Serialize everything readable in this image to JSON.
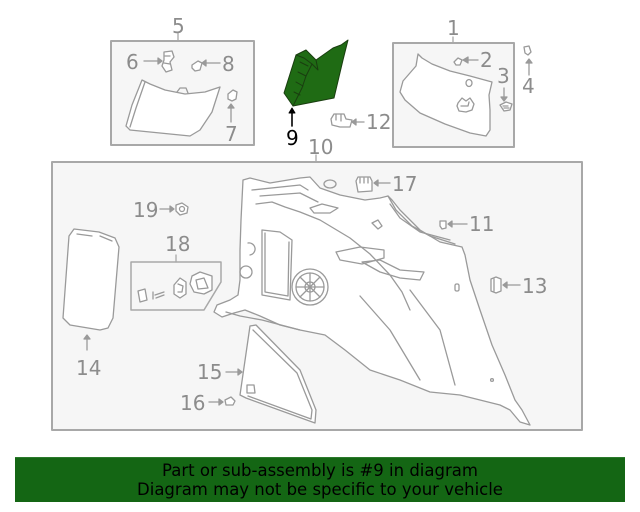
{
  "diagram": {
    "title": "Quarter trim panel parts diagram",
    "highlighted_part": "9",
    "colors": {
      "line": "#9a9a9a",
      "box_fill": "#f6f6f6",
      "box_border": "#a8a8a8",
      "highlight_fill": "#1f6b14",
      "banner_bg": "#146614",
      "banner_text": "#000000"
    },
    "callouts": [
      {
        "number": "1",
        "label": "1"
      },
      {
        "number": "2",
        "label": "2"
      },
      {
        "number": "3",
        "label": "3"
      },
      {
        "number": "4",
        "label": "4"
      },
      {
        "number": "5",
        "label": "5"
      },
      {
        "number": "6",
        "label": "6"
      },
      {
        "number": "7",
        "label": "7"
      },
      {
        "number": "8",
        "label": "8"
      },
      {
        "number": "9",
        "label": "9"
      },
      {
        "number": "10",
        "label": "10"
      },
      {
        "number": "11",
        "label": "11"
      },
      {
        "number": "12",
        "label": "12"
      },
      {
        "number": "13",
        "label": "13"
      },
      {
        "number": "14",
        "label": "14"
      },
      {
        "number": "15",
        "label": "15"
      },
      {
        "number": "16",
        "label": "16"
      },
      {
        "number": "17",
        "label": "17"
      },
      {
        "number": "18",
        "label": "18"
      },
      {
        "number": "19",
        "label": "19"
      }
    ]
  },
  "banner": {
    "line1": "Part or sub-assembly is #9 in diagram",
    "line2": "Diagram may not be specific to your vehicle"
  }
}
